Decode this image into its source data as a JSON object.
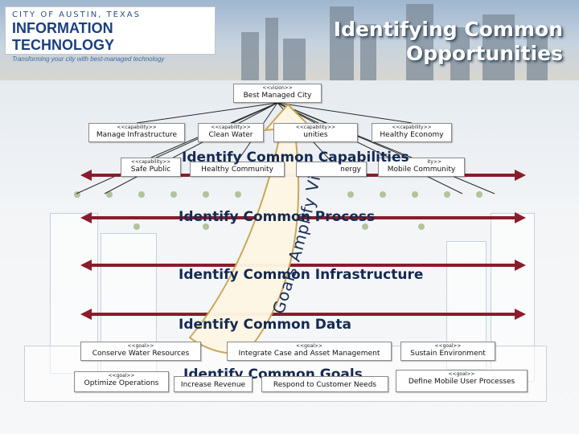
{
  "header": {
    "logo_city": "CITY OF AUSTIN, TEXAS",
    "logo_name": "INFORMATION TECHNOLOGY",
    "logo_tagline": "Transforming your city with best-managed technology",
    "title_line1": "Identifying Common",
    "title_line2": "Opportunities"
  },
  "vision": {
    "stereotype": "<<vision>>",
    "name": "Best Managed City"
  },
  "capabilities": [
    {
      "stereotype": "<<capability>>",
      "name": "Manage Infrastructure"
    },
    {
      "stereotype": "<<capability>>",
      "name": "Clean Water"
    },
    {
      "stereotype": "<<capability>>",
      "name": "unities"
    },
    {
      "stereotype": "<<capability>>",
      "name": "Healthy Economy"
    },
    {
      "stereotype": "<<capability>>",
      "name": "Safe Public"
    },
    {
      "stereotype": "",
      "name": "Healthy Community"
    },
    {
      "stereotype": "",
      "name": "nergy"
    },
    {
      "stereotype": "ity>>",
      "name": "Mobile Community"
    }
  ],
  "goals": [
    {
      "stereotype": "<<goal>>",
      "name": "Conserve Water Resources"
    },
    {
      "stereotype": "<<goal>>",
      "name": "Integrate Case and Asset Management"
    },
    {
      "stereotype": "<<goal>>",
      "name": "Sustain Environment"
    },
    {
      "stereotype": "<<goal>>",
      "name": "Optimize Operations"
    },
    {
      "stereotype": "",
      "name": "Increase Revenue"
    },
    {
      "stereotype": "",
      "name": "Respond to Customer Needs"
    },
    {
      "stereotype": "<<goal>>",
      "name": "Define Mobile User Processes"
    }
  ],
  "bands": {
    "capabilities": "Identify Common Capabilities",
    "process": "Identify Common Process",
    "infrastructure": "Identify Common Infrastructure",
    "data": "Identify Common Data",
    "goals": "Identify Common Goals"
  },
  "big_arrow_text": "Goals Amplify Vision!",
  "colors": {
    "arrow_fill": "#fff7e4",
    "arrow_outline": "#c9a453",
    "band_arrow": "#8a1c2b",
    "band_text": "#152a52"
  }
}
